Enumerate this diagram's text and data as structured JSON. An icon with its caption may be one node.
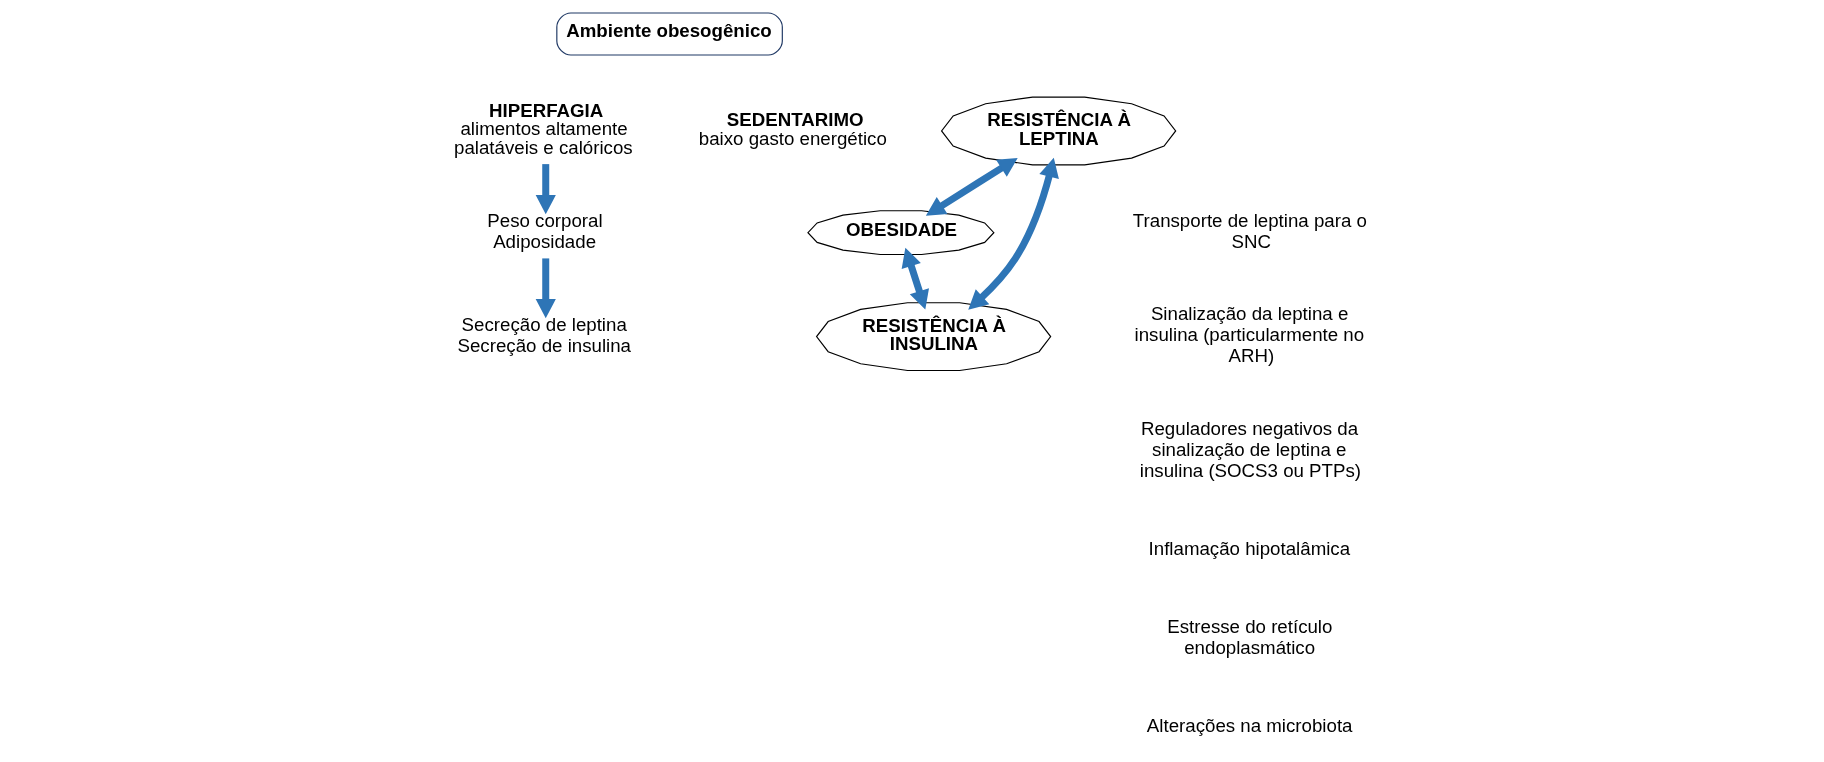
{
  "diagram": {
    "nodes": [
      {
        "text": [
          "Ambiente obesogênico"
        ]
      },
      {
        "text": [
          "HIPERFAGIA",
          "alimentos altamente palatáveis e calóricos"
        ]
      },
      {
        "text": [
          "SEDENTARIMO",
          "baixo gasto energético"
        ]
      },
      {
        "text": [
          "Peso corporal",
          "Adiposidade"
        ]
      },
      {
        "text": [
          "Secreção de leptina",
          "Secreção de insulina"
        ]
      },
      {
        "text": [
          "OBESIDADE"
        ]
      },
      {
        "text": [
          "RESISTÊNCIA À LEPTINA"
        ]
      },
      {
        "text": [
          "RESISTÊNCIA À INSULINA"
        ]
      }
    ],
    "edges": [
      {
        "from": 1,
        "to": 3,
        "arrow": "to"
      },
      {
        "from": 3,
        "to": 4,
        "arrow": "to"
      },
      {
        "from": 5,
        "to": 6,
        "arrow": "both"
      },
      {
        "from": 5,
        "to": 7,
        "arrow": "both"
      },
      {
        "from": 6,
        "to": 7,
        "arrow": "both"
      }
    ],
    "labels": [
      "Transporte de leptina para o SNC",
      "Sinalização da leptina e insulina (particularmente no ARH)",
      "Reguladores negativos da sinalização de leptina e insulina (SOCS3 ou PTPs)",
      "Inflamação hipotalâmica",
      "Estresse do retículo endoplasmático",
      "Alterações na microbiota"
    ]
  }
}
